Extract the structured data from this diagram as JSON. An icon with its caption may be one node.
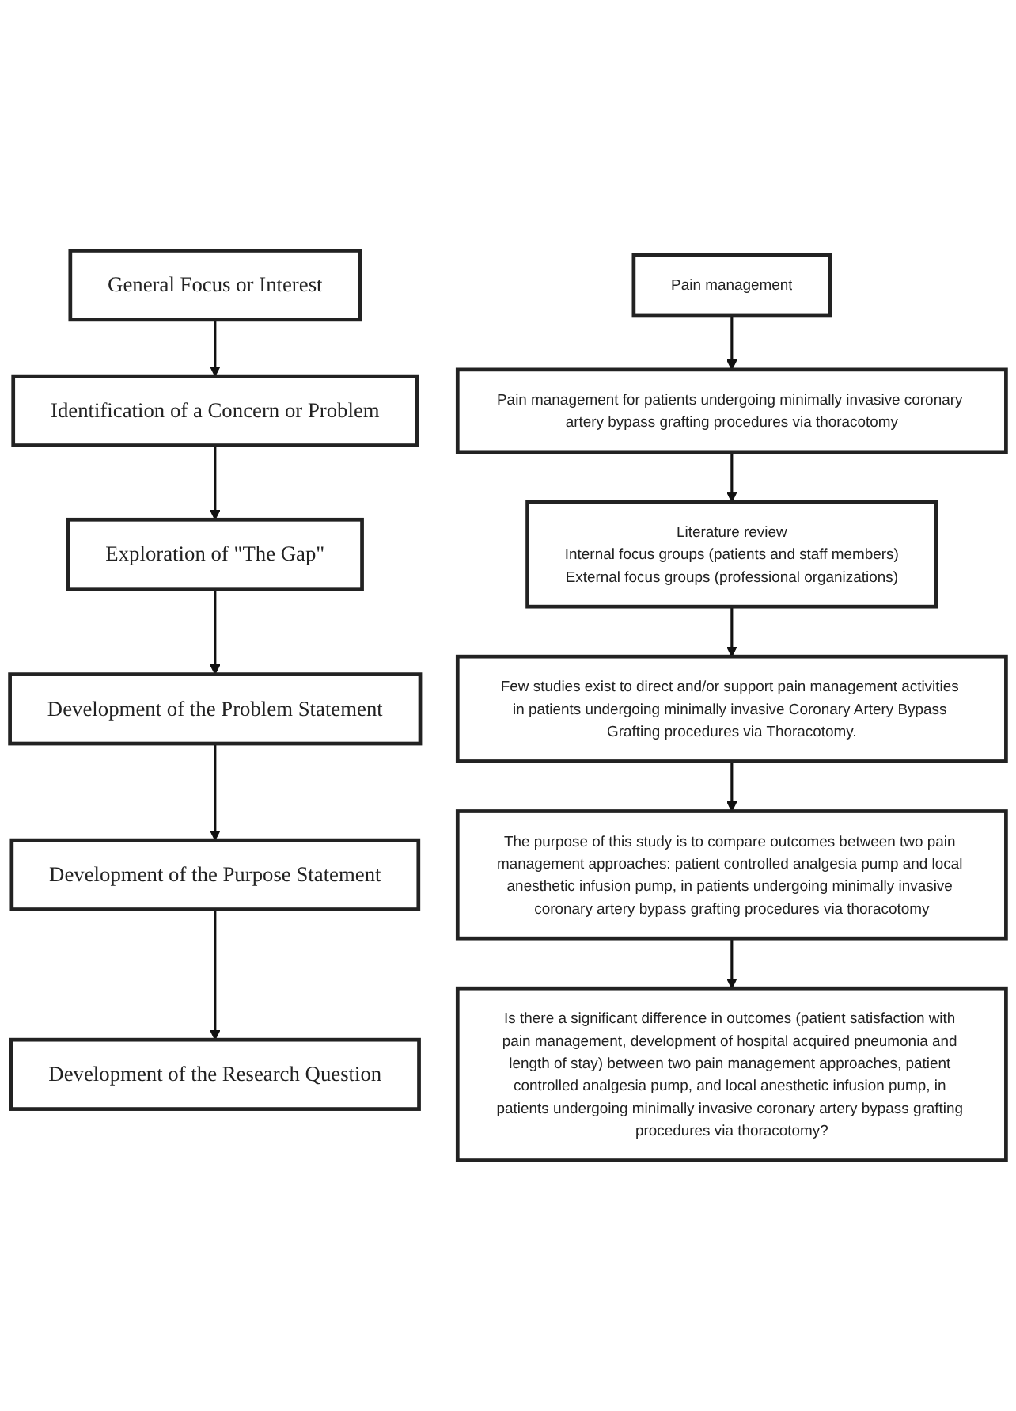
{
  "diagram": {
    "nodes": [
      {
        "text": [
          "General Focus or Interest"
        ]
      },
      {
        "text": [
          "Pain management"
        ]
      },
      {
        "text": [
          "Identification of a Concern or Problem"
        ]
      },
      {
        "text": [
          "Pain management for patients undergoing minimally invasive coronary artery bypass grafting procedures via thoracotomy"
        ]
      },
      {
        "text": [
          "Exploration of \"The Gap\""
        ]
      },
      {
        "text": [
          "Literature review",
          "Internal focus groups (patients and staff members)",
          "External focus groups (professional organizations)"
        ]
      },
      {
        "text": [
          "Development of the Problem Statement"
        ]
      },
      {
        "text": [
          "Few studies exist to direct and/or support pain management activities in patients undergoing minimally invasive Coronary Artery Bypass Grafting procedures via Thoracotomy."
        ]
      },
      {
        "text": [
          "Development of the Purpose Statement"
        ]
      },
      {
        "text": [
          "The purpose of this study is to compare outcomes between two pain management approaches: patient controlled analgesia pump and local anesthetic infusion pump, in patients undergoing minimally invasive coronary artery bypass grafting procedures via thoracotomy"
        ]
      },
      {
        "text": [
          "Development of the Research Question"
        ]
      },
      {
        "text": [
          "Is there a significant difference in outcomes (patient satisfaction with pain management, development of hospital acquired pneumonia and length of stay) between two pain management approaches, patient controlled analgesia pump, and local anesthetic infusion pump, in patients undergoing minimally invasive coronary artery bypass grafting procedures via thoracotomy?"
        ]
      }
    ],
    "edges": [
      {
        "from": 0,
        "to": 2,
        "arrow": "to"
      },
      {
        "from": 2,
        "to": 4,
        "arrow": "to"
      },
      {
        "from": 4,
        "to": 6,
        "arrow": "to"
      },
      {
        "from": 6,
        "to": 8,
        "arrow": "to"
      },
      {
        "from": 8,
        "to": 10,
        "arrow": "to"
      },
      {
        "from": 1,
        "to": 3,
        "arrow": "to"
      },
      {
        "from": 3,
        "to": 5,
        "arrow": "to"
      },
      {
        "from": 5,
        "to": 7,
        "arrow": "to"
      },
      {
        "from": 7,
        "to": 9,
        "arrow": "to"
      },
      {
        "from": 9,
        "to": 11,
        "arrow": "to"
      }
    ]
  }
}
